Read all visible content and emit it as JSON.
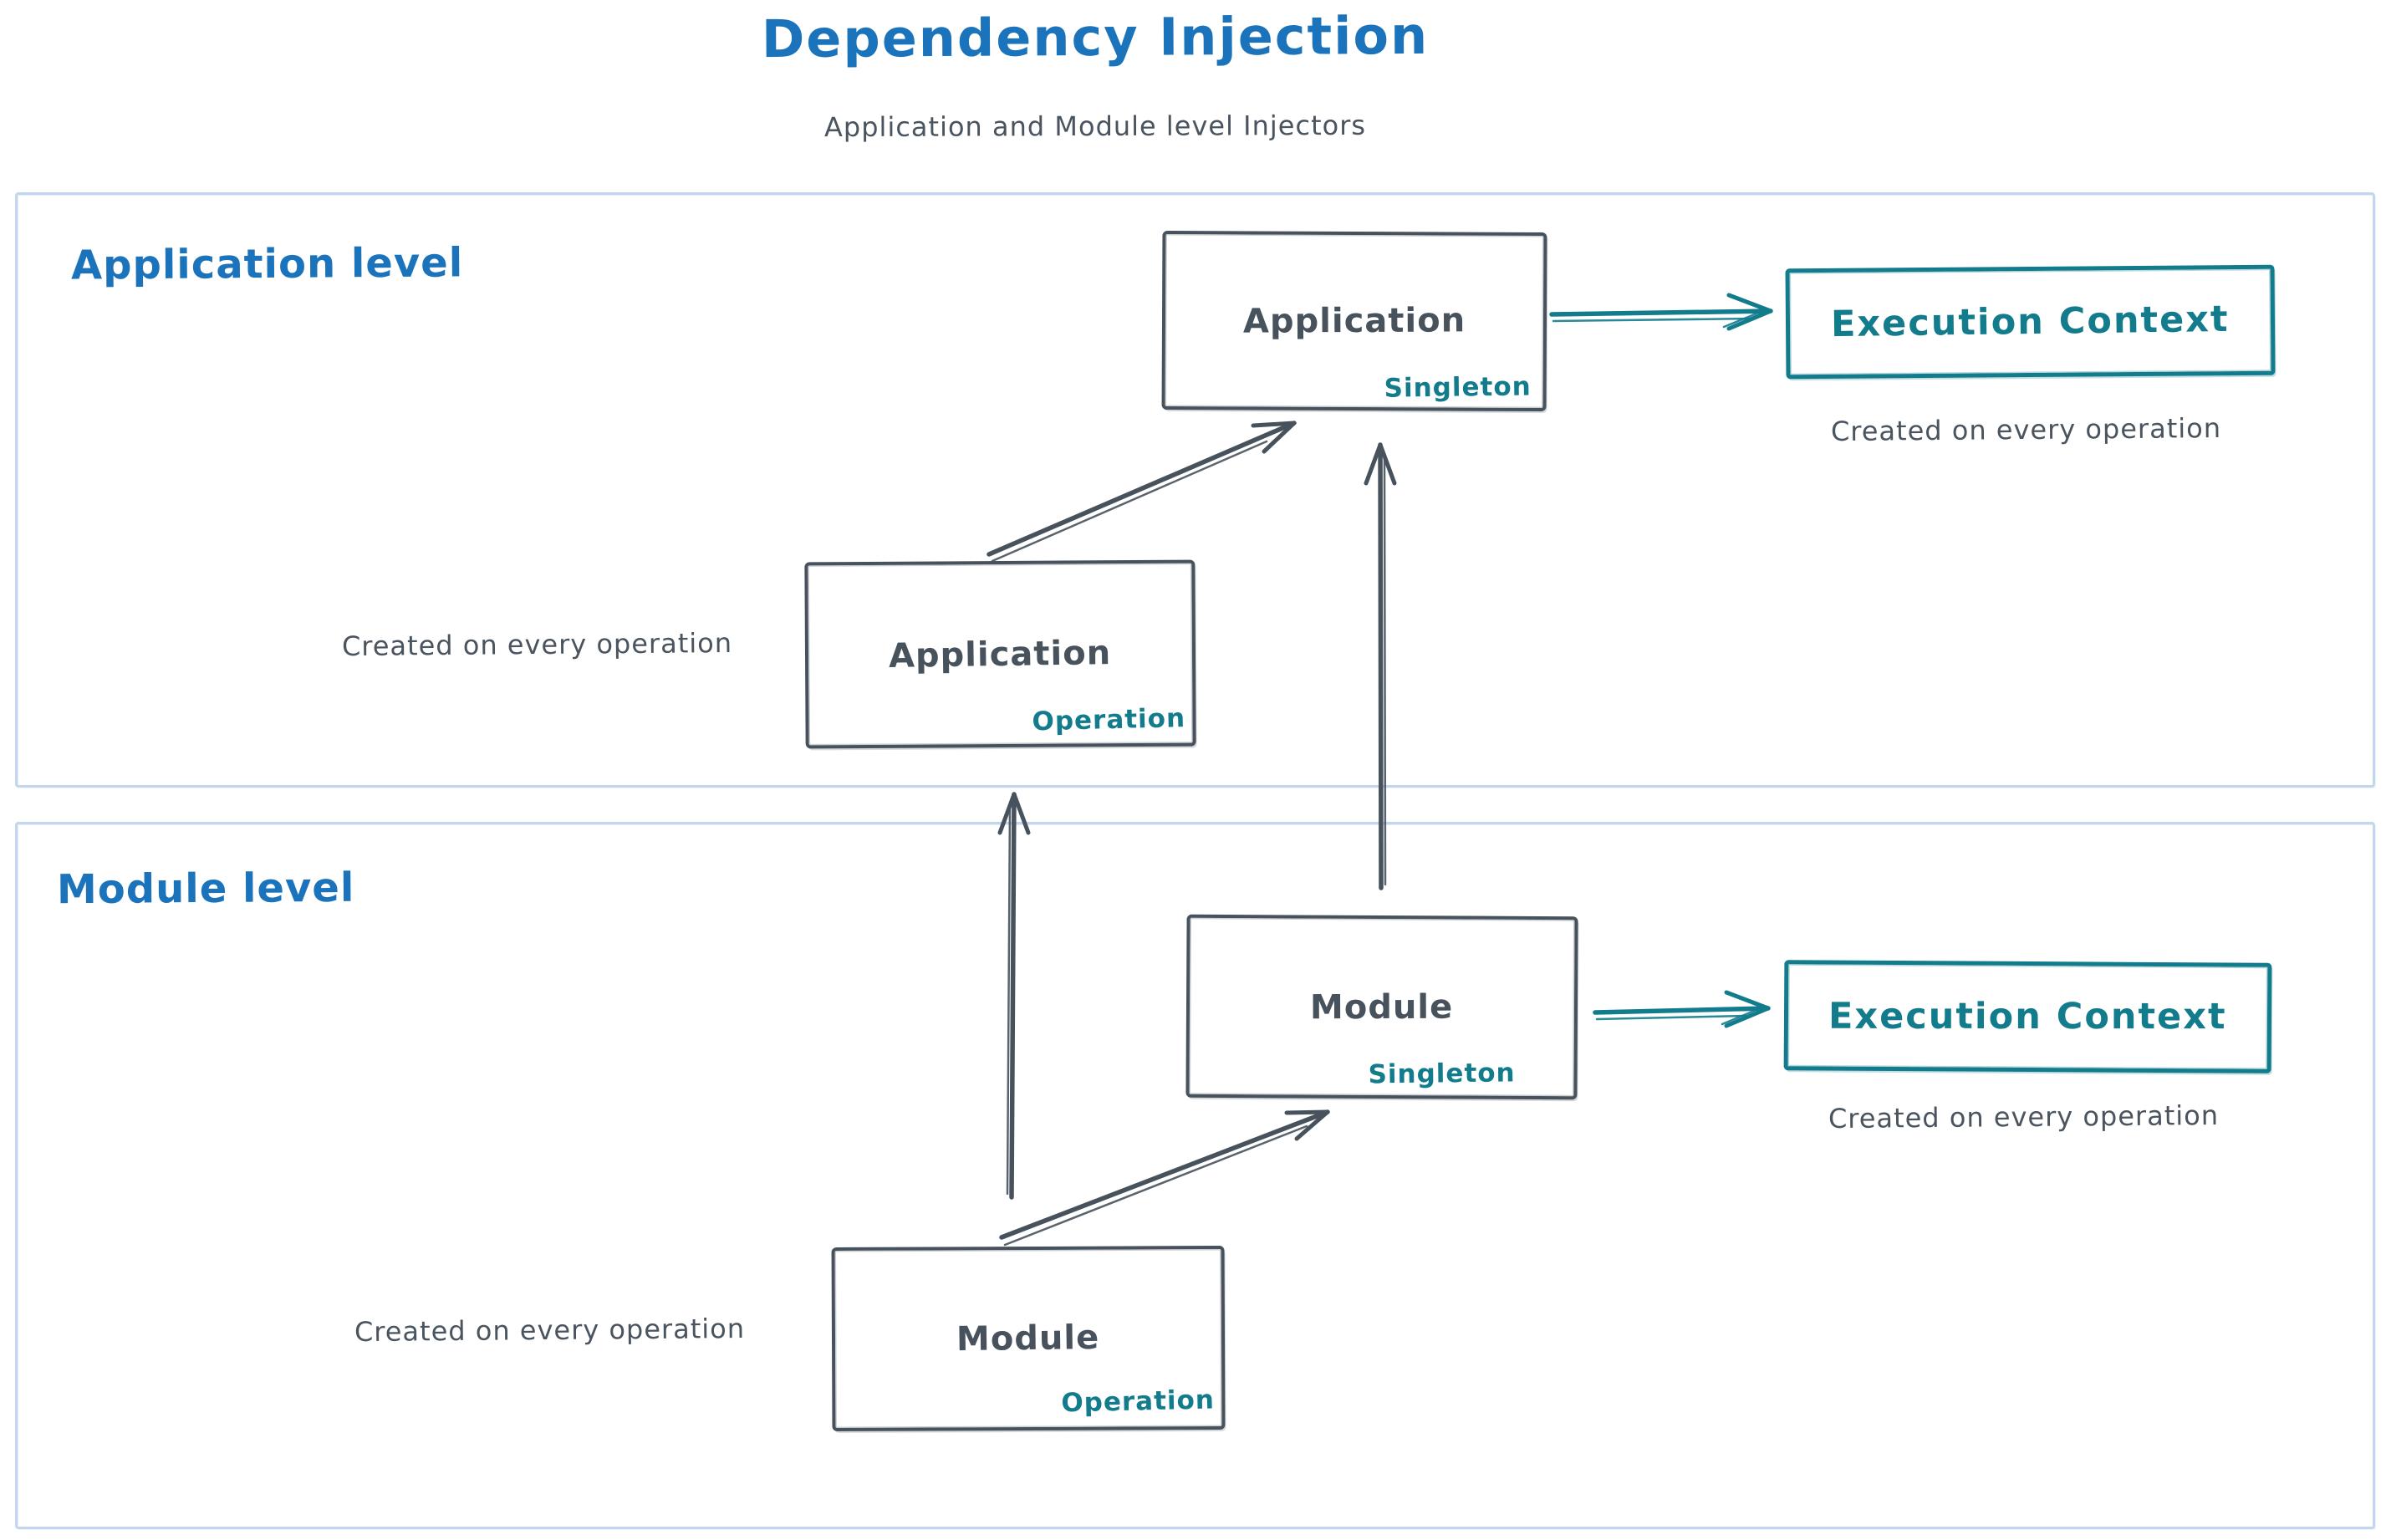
{
  "colors": {
    "title_blue": "#1b74bb",
    "stroke_slate": "#47525d",
    "accent_teal": "#127c8d",
    "section_border_blue": "#c2d6ee"
  },
  "header": {
    "title": "Dependency Injection",
    "subtitle": "Application and Module level Injectors"
  },
  "sections": {
    "application": {
      "label": "Application level",
      "singleton_box": {
        "name": "Application",
        "scope": "Singleton"
      },
      "operation_box": {
        "name": "Application",
        "scope": "Operation"
      },
      "operation_caption": "Created on every operation",
      "execution_context": {
        "label": "Execution Context",
        "caption": "Created on every operation"
      }
    },
    "module": {
      "label": "Module level",
      "singleton_box": {
        "name": "Module",
        "scope": "Singleton"
      },
      "operation_box": {
        "name": "Module",
        "scope": "Operation"
      },
      "operation_caption": "Created on every operation",
      "execution_context": {
        "label": "Execution Context",
        "caption": "Created on every operation"
      }
    }
  }
}
